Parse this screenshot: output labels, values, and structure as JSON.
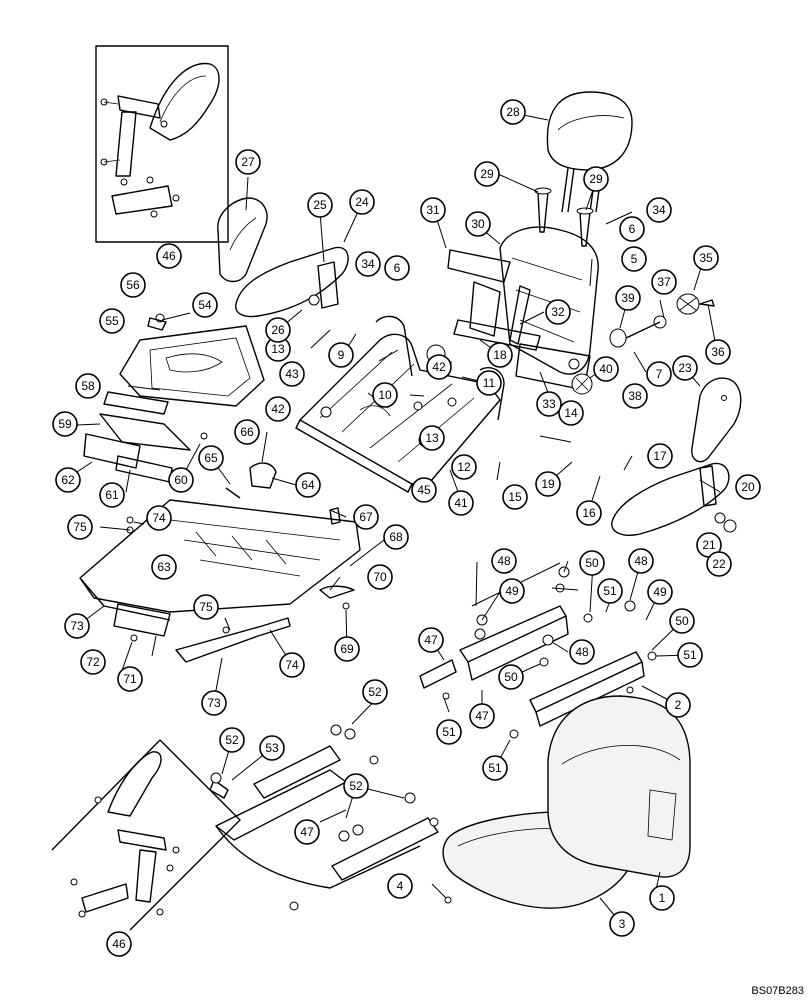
{
  "diagram": {
    "document_code": "BS07B283",
    "callout_labels": [
      "1",
      "2",
      "3",
      "4",
      "5",
      "6",
      "7",
      "9",
      "10",
      "11",
      "12",
      "13",
      "14",
      "15",
      "16",
      "17",
      "18",
      "19",
      "20",
      "21",
      "22",
      "23",
      "24",
      "25",
      "26",
      "27",
      "28",
      "29",
      "30",
      "31",
      "32",
      "33",
      "34",
      "35",
      "36",
      "37",
      "38",
      "39",
      "40",
      "41",
      "42",
      "43",
      "45",
      "46",
      "47",
      "48",
      "49",
      "50",
      "51",
      "52",
      "53",
      "54",
      "55",
      "56",
      "58",
      "59",
      "60",
      "61",
      "62",
      "63",
      "64",
      "65",
      "66",
      "67",
      "68",
      "69",
      "70",
      "71",
      "72",
      "73",
      "74",
      "75"
    ]
  }
}
